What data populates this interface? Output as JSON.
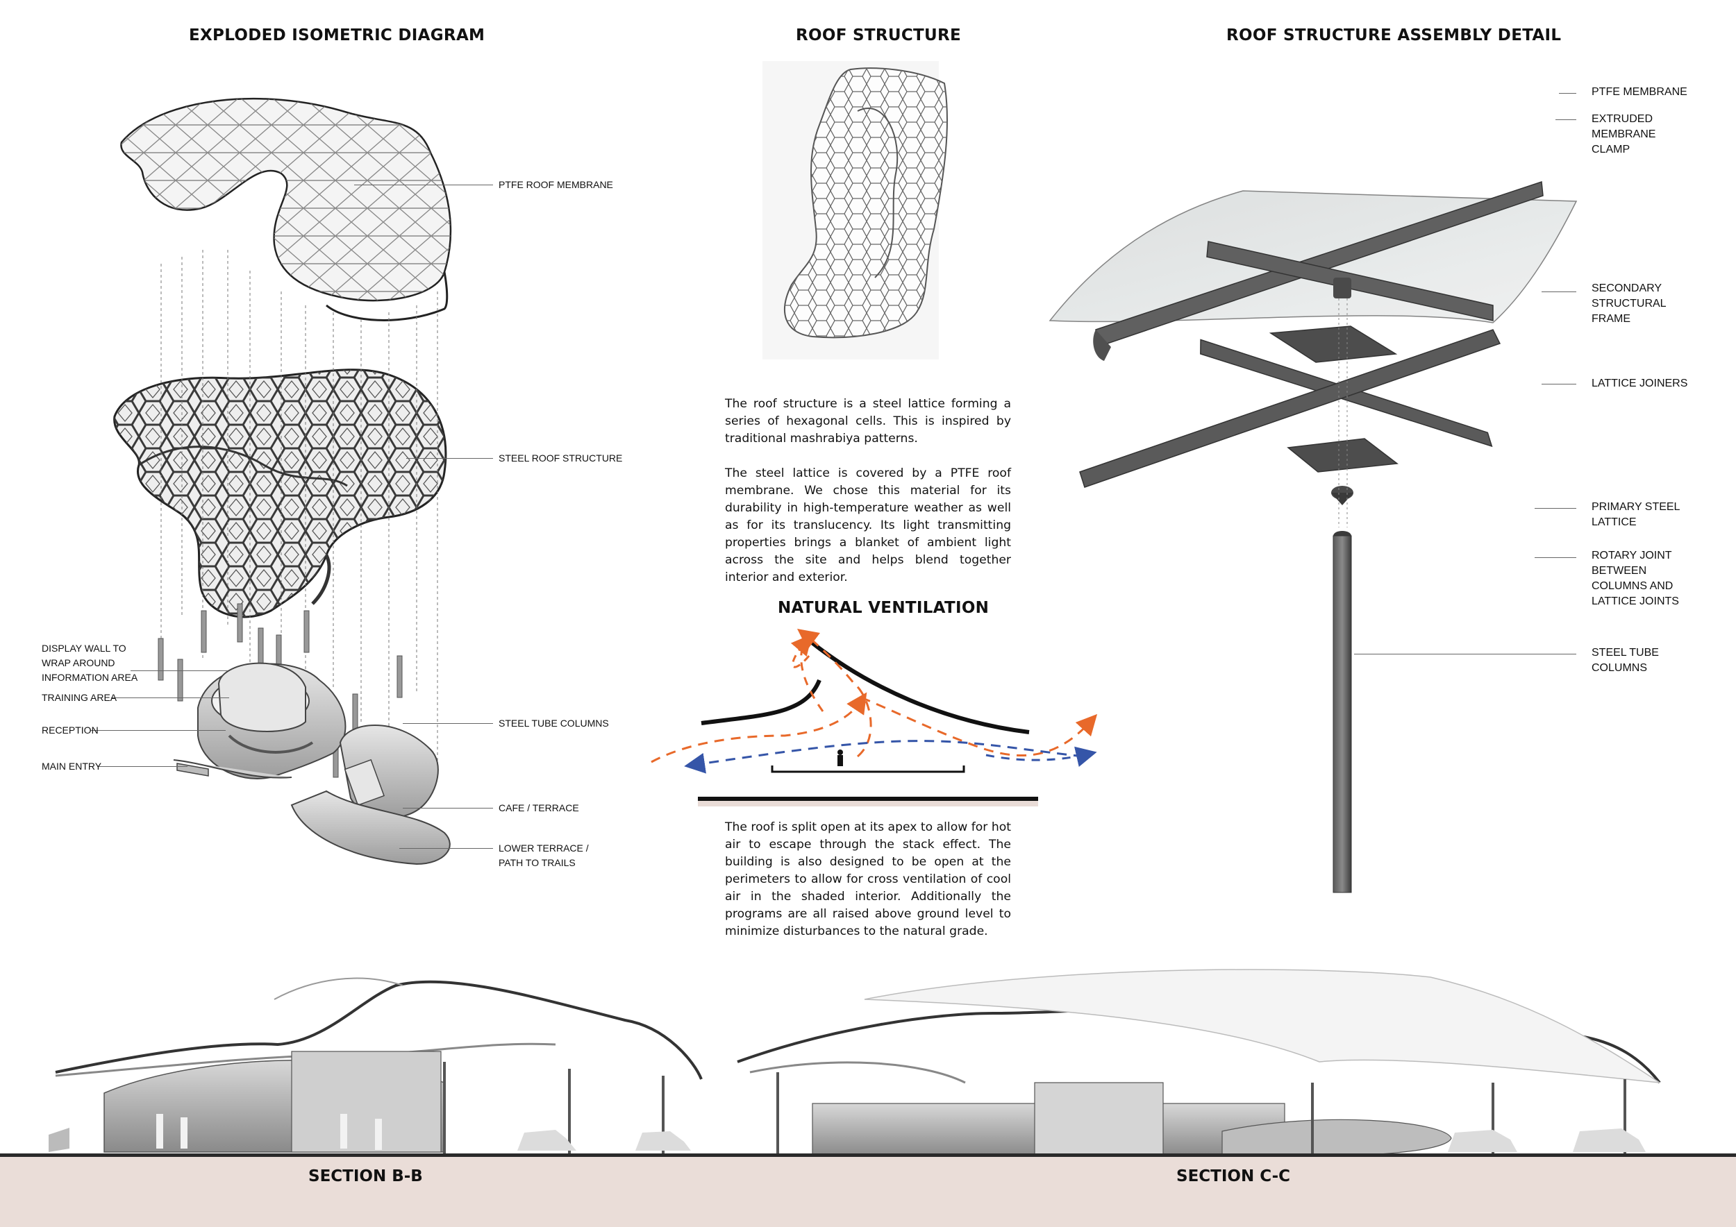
{
  "titles": {
    "exploded": "EXPLODED ISOMETRIC DIAGRAM",
    "roof_structure": "ROOF STRUCTURE",
    "assembly": "ROOF STRUCTURE ASSEMBLY DETAIL",
    "ventilation": "NATURAL VENTILATION"
  },
  "exploded_labels": {
    "ptfe_roof_membrane": "PTFE ROOF MEMBRANE",
    "steel_roof_structure": "STEEL ROOF STRUCTURE",
    "display_wall": "DISPLAY WALL TO\nWRAP AROUND\nINFORMATION AREA",
    "training_area": "TRAINING AREA",
    "reception": "RECEPTION",
    "main_entry": "MAIN ENTRY",
    "steel_tube_columns": "STEEL TUBE COLUMNS",
    "cafe_terrace": "CAFE / TERRACE",
    "lower_terrace": "LOWER TERRACE /\nPATH TO TRAILS"
  },
  "assembly_labels": {
    "ptfe_membrane": "PTFE MEMBRANE",
    "extruded_clamp": "EXTRUDED\nMEMBRANE\nCLAMP",
    "secondary_frame": "SECONDARY\nSTRUCTURAL\nFRAME",
    "lattice_joiners": "LATTICE JOINERS",
    "primary_lattice": "PRIMARY STEEL\nLATTICE",
    "rotary_joint": "ROTARY JOINT\nBETWEEN\nCOLUMNS AND\nLATTICE JOINTS",
    "steel_tube_columns": "STEEL TUBE\nCOLUMNS"
  },
  "texts": {
    "roof_para1": "The roof structure is a steel lattice forming a series of hexagonal cells. This is inspired by traditional mashrabiya patterns.",
    "roof_para2": "The steel lattice is covered by a PTFE roof membrane.  We chose this material for its durability in high-temperature weather as well as for its translucency. Its light transmitting properties brings a blanket of ambient light across the site and helps blend together interior and exterior.",
    "ventilation_para": "The roof is split open at its apex to allow for hot air to escape through the stack effect. The building is also designed to be open at the perimeters to allow for cross ventilation of cool air in the shaded interior. Additionally the programs are all raised above ground level to minimize disturbances to the natural grade."
  },
  "sections": {
    "b": "SECTION B-B",
    "c": "SECTION C-C"
  },
  "colors": {
    "hot_air": "#e8692a",
    "cool_air": "#3555a8",
    "ground": "#eaddd8",
    "steel": "#4a4a4a"
  }
}
